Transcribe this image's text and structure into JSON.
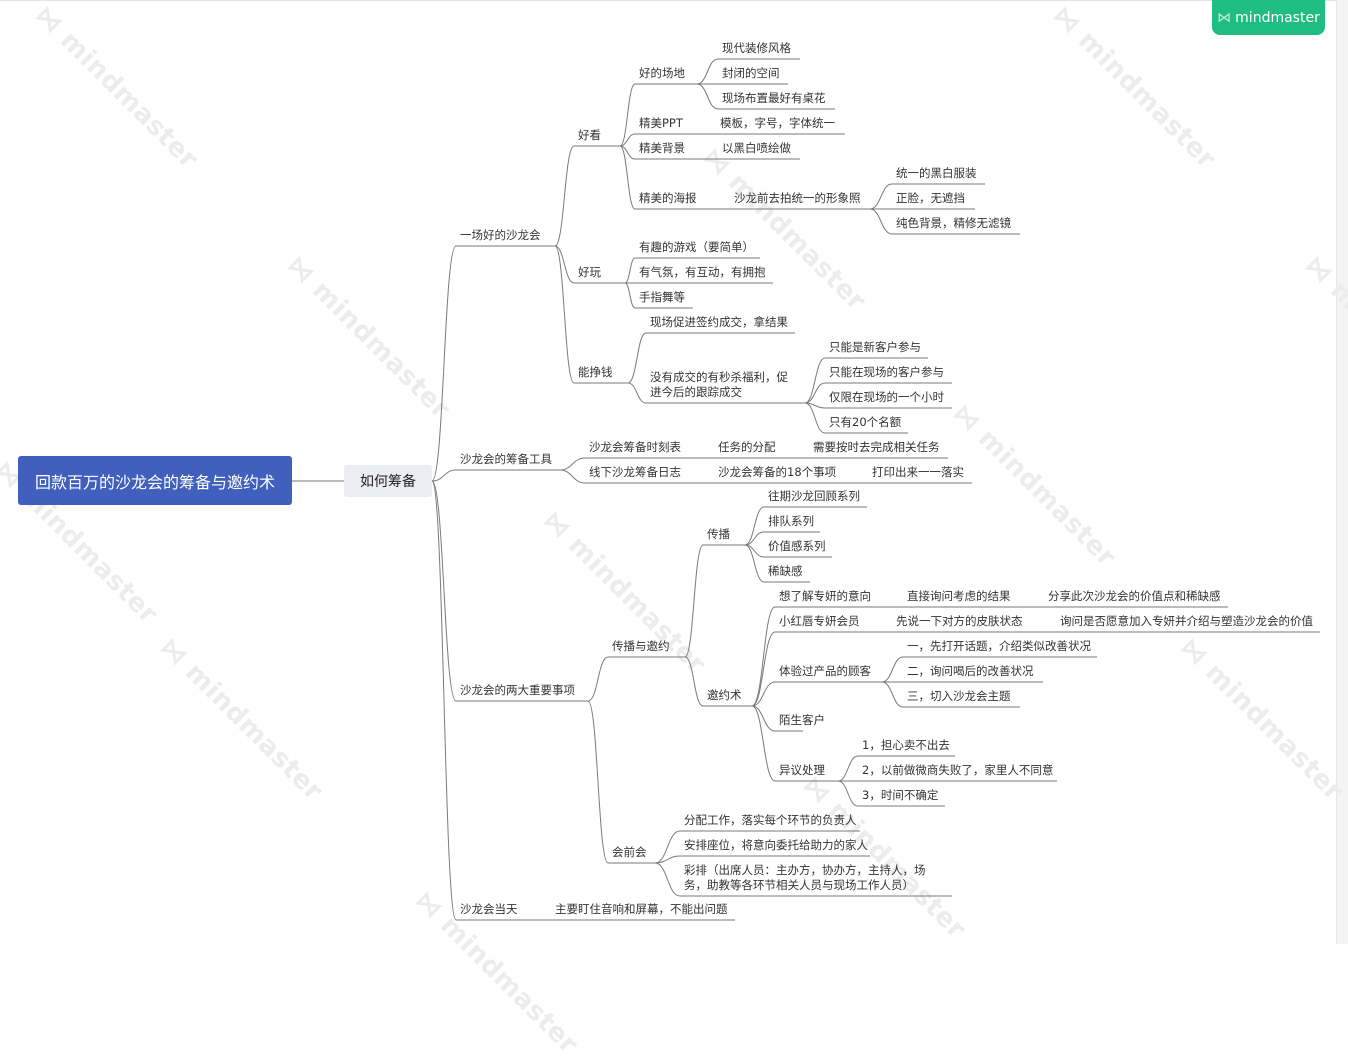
{
  "app": {
    "logo_text": "mindmaster",
    "logo_icon": "mindmaster-logo-icon",
    "watermark": "mindmaster",
    "root_color": "#4160bd",
    "logo_color": "#1fbd82"
  },
  "root": "回款百万的沙龙会的筹备与邀约术",
  "tree": {
    "label": "如何筹备",
    "children": [
      {
        "label": "一场好的沙龙会",
        "children": [
          {
            "label": "好看",
            "children": [
              {
                "label": "好的场地",
                "children": [
                  {
                    "label": "现代装修风格"
                  },
                  {
                    "label": "封闭的空间"
                  },
                  {
                    "label": "现场布置最好有桌花"
                  }
                ]
              },
              {
                "label": "精美PPT",
                "children": [
                  {
                    "label": "模板，字号，字体统一"
                  }
                ]
              },
              {
                "label": "精美背景",
                "children": [
                  {
                    "label": "以黑白喷绘做"
                  }
                ]
              },
              {
                "label": "精美的海报",
                "children": [
                  {
                    "label": "沙龙前去拍统一的形象照",
                    "children": [
                      {
                        "label": "统一的黑白服装"
                      },
                      {
                        "label": "正脸，无遮挡"
                      },
                      {
                        "label": "纯色背景，精修无滤镜"
                      }
                    ]
                  }
                ]
              }
            ]
          },
          {
            "label": "好玩",
            "children": [
              {
                "label": "有趣的游戏（要简单）"
              },
              {
                "label": "有气氛，有互动，有拥抱"
              },
              {
                "label": "手指舞等"
              }
            ]
          },
          {
            "label": "能挣钱",
            "children": [
              {
                "label": "现场促进签约成交，拿结果"
              },
              {
                "label": "没有成交的有秒杀福利，促\n进今后的跟踪成交",
                "children": [
                  {
                    "label": "只能是新客户参与"
                  },
                  {
                    "label": "只能在现场的客户参与"
                  },
                  {
                    "label": "仅限在现场的一个小时"
                  },
                  {
                    "label": "只有20个名额"
                  }
                ]
              }
            ]
          }
        ]
      },
      {
        "label": "沙龙会的筹备工具",
        "children": [
          {
            "label": "沙龙会筹备时刻表",
            "children": [
              {
                "label": "任务的分配",
                "children": [
                  {
                    "label": "需要按时去完成相关任务"
                  }
                ]
              }
            ]
          },
          {
            "label": "线下沙龙筹备日志",
            "children": [
              {
                "label": "沙龙会筹备的18个事项",
                "children": [
                  {
                    "label": "打印出来一一落实"
                  }
                ]
              }
            ]
          }
        ]
      },
      {
        "label": "沙龙会的两大重要事项",
        "children": [
          {
            "label": "传播与邀约",
            "children": [
              {
                "label": "传播",
                "children": [
                  {
                    "label": "往期沙龙回顾系列"
                  },
                  {
                    "label": "排队系列"
                  },
                  {
                    "label": "价值感系列"
                  },
                  {
                    "label": "稀缺感"
                  }
                ]
              },
              {
                "label": "邀约术",
                "children": [
                  {
                    "label": "想了解专妍的意向",
                    "children": [
                      {
                        "label": "直接询问考虑的结果",
                        "children": [
                          {
                            "label": "分享此次沙龙会的价值点和稀缺感"
                          }
                        ]
                      }
                    ]
                  },
                  {
                    "label": "小红唇专妍会员",
                    "children": [
                      {
                        "label": "先说一下对方的皮肤状态",
                        "children": [
                          {
                            "label": "询问是否愿意加入专妍并介绍与塑造沙龙会的价值"
                          }
                        ]
                      }
                    ]
                  },
                  {
                    "label": "体验过产品的顾客",
                    "children": [
                      {
                        "label": "一，先打开话题，介绍类似改善状况"
                      },
                      {
                        "label": "二，询问喝后的改善状况"
                      },
                      {
                        "label": "三，切入沙龙会主题"
                      }
                    ]
                  },
                  {
                    "label": "陌生客户"
                  },
                  {
                    "label": "异议处理",
                    "children": [
                      {
                        "label": "1，担心卖不出去"
                      },
                      {
                        "label": "2，以前做微商失败了，家里人不同意"
                      },
                      {
                        "label": "3，时间不确定"
                      }
                    ]
                  }
                ]
              }
            ]
          },
          {
            "label": "会前会",
            "children": [
              {
                "label": "分配工作，落实每个环节的负责人"
              },
              {
                "label": "安排座位，将意向委托给助力的家人"
              },
              {
                "label": "彩排（出席人员：主办方，协办方，主持人，场\n务，助教等各环节相关人员与现场工作人员）"
              }
            ]
          }
        ]
      },
      {
        "label": "沙龙会当天",
        "children": [
          {
            "label": "主要盯住音响和屏幕，不能出问题"
          }
        ]
      }
    ]
  }
}
